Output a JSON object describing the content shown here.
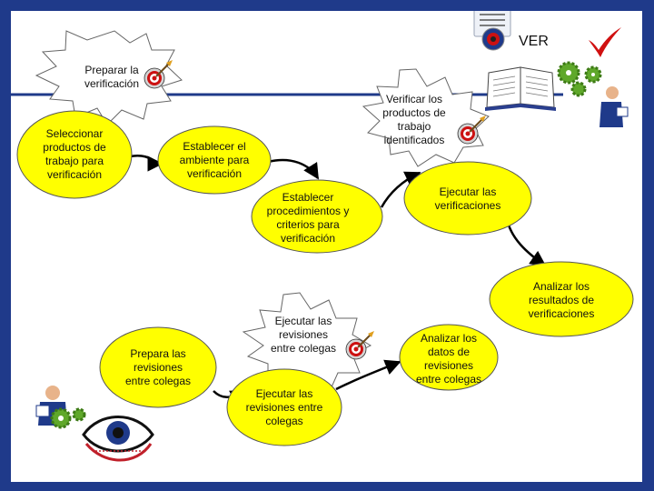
{
  "slide_label": "VER",
  "nodes": {
    "preparar": "Preparar la verificación",
    "seleccionar": "Seleccionar productos de trabajo para verificación",
    "establecer_ambiente": "Establecer el ambiente para verificación",
    "verificar_productos": "Verificar los productos de trabajo identificados",
    "establecer_procedimientos": "Establecer procedimientos y criterios para verificación",
    "ejecutar_verificaciones": "Ejecutar las verificaciones",
    "analizar_resultados": "Analizar los resultados de verificaciones",
    "ejecutar_revisiones_burst": "Ejecutar las revisiones entre colegas",
    "prepara_revisiones": "Prepara las revisiones entre colegas",
    "analizar_datos": "Analizar los datos de revisiones entre colegas",
    "ejecutar_revisiones": "Ejecutar las revisiones entre colegas"
  },
  "colors": {
    "border": "#1f3a8a",
    "node_fill": "#ffff00",
    "burst_fill": "#ffffff",
    "target_red": "#cc1111",
    "check_red": "#d01010",
    "gear_green": "#5fa82a"
  },
  "icons": [
    "target-icon",
    "book-icon",
    "gear-icon",
    "person-icon",
    "eye-icon",
    "checkmark-icon",
    "document-badge-icon"
  ]
}
